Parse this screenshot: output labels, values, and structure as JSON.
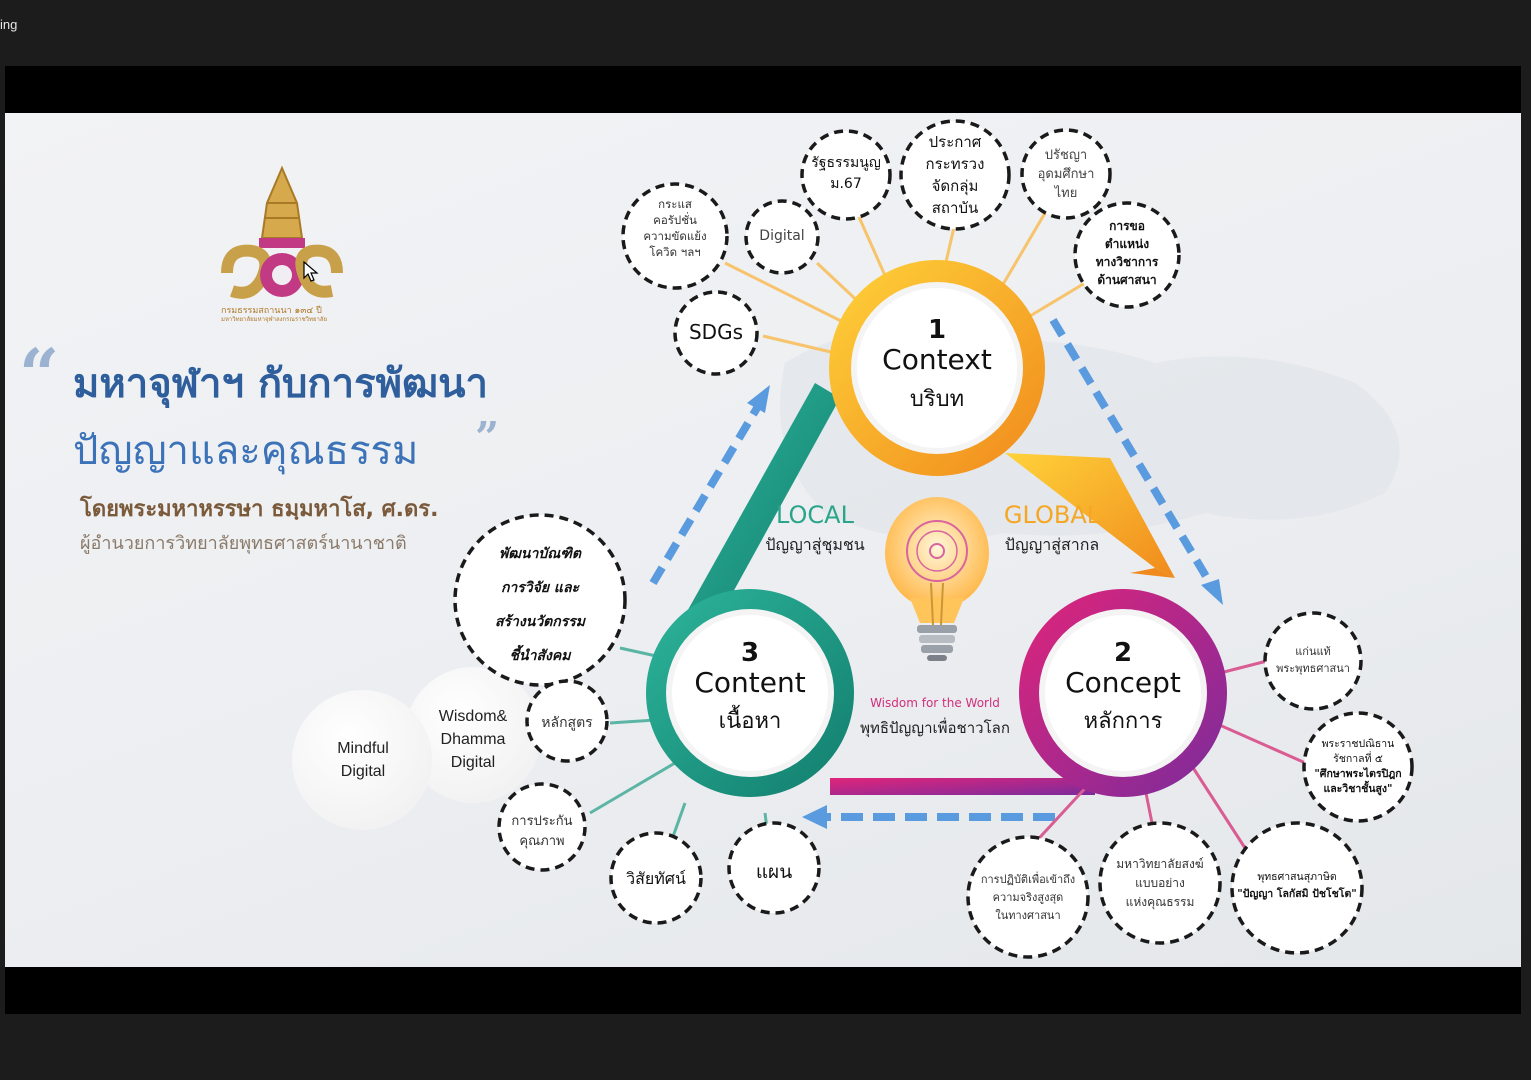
{
  "window": {
    "title_fragment": "ing"
  },
  "slide": {
    "logo_caption_line1": "กรมธรรมสถานนา ๑๓๔ ปี",
    "logo_caption_line2": "มหาวิทยาลัยมหาจุฬาลงกรณราชวิทยาลัย",
    "title_line1": "มหาจุฬาฯ กับการพัฒนา",
    "title_line2": "ปัญญาและคุณธรรม",
    "author": "โดยพระมหาหรรษา ธมฺมหาโส, ศ.ดร.",
    "role": "ผู้อำนวยการวิทยาลัยพุทธศาสตร์นานาชาติ",
    "hubs": {
      "context": {
        "number": "1",
        "title": "Context",
        "thai": "บริบท"
      },
      "concept": {
        "number": "2",
        "title": "Concept",
        "thai": "หลักการ"
      },
      "content": {
        "number": "3",
        "title": "Content",
        "thai": "เนื้อหา"
      }
    },
    "center": {
      "local_label": "LOCAL",
      "local_thai": "ปัญญาสู่ชุมชน",
      "global_label": "GLOBAL",
      "global_thai": "ปัญญาสู่สากล",
      "wisdom_label": "Wisdom for the World",
      "wisdom_thai": "พุทธิปัญญาเพื่อชาวโลก"
    },
    "context_bubbles": [
      {
        "id": "covid",
        "lines": [
          "กระแส",
          "คอรัปชั่น",
          "ความขัดแย้ง",
          "โควิด ฯลฯ"
        ]
      },
      {
        "id": "digital",
        "lines": [
          "Digital"
        ]
      },
      {
        "id": "constitution",
        "lines": [
          "รัฐธรรมนูญ",
          "ม.67"
        ]
      },
      {
        "id": "ministry",
        "lines": [
          "ประกาศ",
          "กระทรวง",
          "จัดกลุ่ม",
          "สถาบัน"
        ]
      },
      {
        "id": "philosophy",
        "lines": [
          "ปรัชญา",
          "อุดมศึกษา",
          "ไทย"
        ]
      },
      {
        "id": "academic",
        "lines": [
          "การขอ",
          "ตำแหน่ง",
          "ทางวิชาการ",
          "ด้านศาสนา"
        ]
      },
      {
        "id": "sdgs",
        "lines": [
          "SDGs"
        ]
      }
    ],
    "concept_bubbles": [
      {
        "id": "buddhism",
        "lines": [
          "แก่นแท้",
          "พระพุทธศาสนา"
        ]
      },
      {
        "id": "royal",
        "lines": [
          "พระราชปณิธาน",
          "รัชกาลที่ ๕",
          "\"ศึกษาพระไตรปิฎก",
          "และวิชาชั้นสูง\""
        ]
      },
      {
        "id": "motto",
        "lines": [
          "พุทธศาสนสุภาษิต",
          "\"ปัญญา โลกัสมิ ปัชโชโต\""
        ]
      },
      {
        "id": "model",
        "lines": [
          "มหาวิทยาลัยสงฆ์",
          "แบบอย่าง",
          "แห่งคุณธรรม"
        ]
      },
      {
        "id": "practice",
        "lines": [
          "การปฏิบัติเพื่อเข้าถึง",
          "ความจริงสูงสุด",
          "ในทางศาสนา"
        ]
      }
    ],
    "content_bubbles": [
      {
        "id": "develop",
        "lines": [
          "พัฒนาบัณฑิต",
          "การวิจัย  และ",
          "สร้างนวัตกรรม",
          "ชี้นำสังคม"
        ]
      },
      {
        "id": "sutras",
        "lines": [
          "หลักสูตร"
        ]
      },
      {
        "id": "quality",
        "lines": [
          "การประกัน",
          "คุณภาพ"
        ]
      },
      {
        "id": "vision",
        "lines": [
          "วิสัยทัศน์"
        ]
      },
      {
        "id": "plan",
        "lines": [
          "แผน"
        ]
      }
    ],
    "white_circles": [
      {
        "id": "wisdom-dhamma",
        "lines": [
          "Wisdom&",
          "Dhamma",
          "Digital"
        ]
      },
      {
        "id": "mindful",
        "lines": [
          "Mindful",
          "Digital"
        ]
      }
    ],
    "colors": {
      "context": "#f5a623",
      "concept": "#c2187a",
      "content": "#1e9c86",
      "arrow_dash": "#5a9be0",
      "local": "#2aa58a",
      "global": "#f5a623"
    }
  }
}
